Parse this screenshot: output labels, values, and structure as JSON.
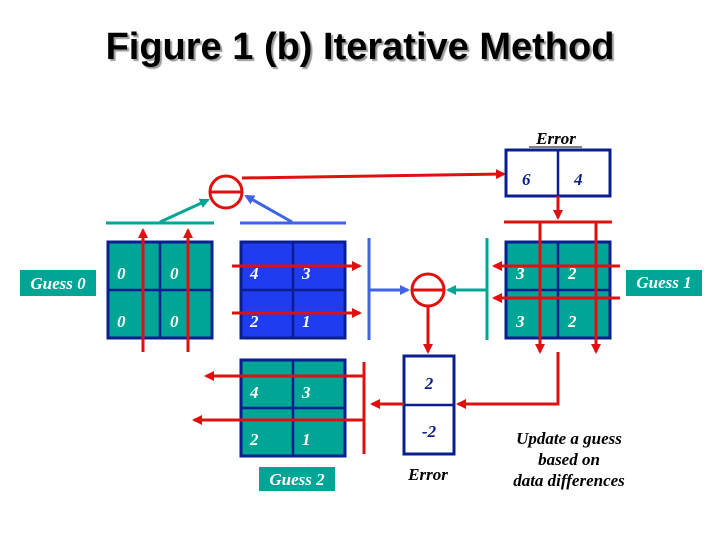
{
  "title": "Figure 1 (b) Iterative Method",
  "colors": {
    "teal": "#00a596",
    "blue": "#1f3cf0",
    "navy": "#0a1f8f",
    "red": "#e01010",
    "light_blue_line": "#3f62e6"
  },
  "guess0": {
    "label": "Guess 0",
    "cells": [
      "0",
      "0",
      "0",
      "0"
    ]
  },
  "projection": {
    "cells": [
      "4",
      "3",
      "2",
      "1"
    ]
  },
  "guess1": {
    "label": "Guess 1",
    "cells": [
      "3",
      "2",
      "3",
      "2"
    ]
  },
  "guess2": {
    "label": "Guess 2",
    "cells": [
      "4",
      "3",
      "2",
      "1"
    ]
  },
  "error_top": {
    "label": "Error",
    "values": [
      "6",
      "4"
    ]
  },
  "error_bottom": {
    "label": "Error",
    "values": [
      "2",
      "-2"
    ]
  },
  "update_note": {
    "lines": [
      "Update a guess",
      "based on",
      "data differences"
    ]
  }
}
